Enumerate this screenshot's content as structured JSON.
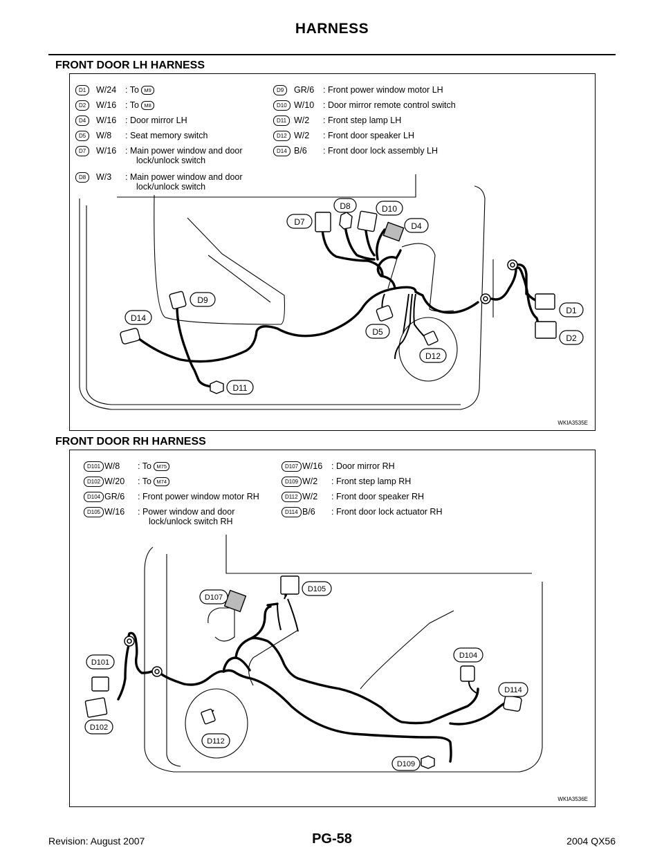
{
  "page_header": "HARNESS",
  "lh": {
    "title": "FRONT DOOR LH HARNESS",
    "legend_left": [
      {
        "code": "D1",
        "spec": "W/24",
        "desc": ": To",
        "ref": "M9"
      },
      {
        "code": "D2",
        "spec": "W/16",
        "desc": ": To",
        "ref": "M8"
      },
      {
        "code": "D4",
        "spec": "W/16",
        "desc": ": Door mirror LH"
      },
      {
        "code": "D5",
        "spec": "W/8",
        "desc": ": Seat memory switch"
      },
      {
        "code": "D7",
        "spec": "W/16",
        "desc": ": Main power window and door",
        "desc2": "lock/unlock switch"
      },
      {
        "code": "D8",
        "spec": "W/3",
        "desc": ": Main power window and door",
        "desc2": "lock/unlock switch"
      }
    ],
    "legend_right": [
      {
        "code": "D9",
        "spec": "GR/6",
        "desc": ": Front power window motor LH"
      },
      {
        "code": "D10",
        "spec": "W/10",
        "desc": ": Door mirror remote control switch"
      },
      {
        "code": "D11",
        "spec": "W/2",
        "desc": ": Front step lamp LH"
      },
      {
        "code": "D12",
        "spec": "W/2",
        "desc": ": Front door speaker LH"
      },
      {
        "code": "D14",
        "spec": "B/6",
        "desc": ": Front door lock assembly LH"
      }
    ],
    "callouts": {
      "d1": "D1",
      "d2": "D2",
      "d4": "D4",
      "d5": "D5",
      "d7": "D7",
      "d8": "D8",
      "d9": "D9",
      "d10": "D10",
      "d11": "D11",
      "d12": "D12",
      "d14": "D14"
    },
    "code": "WKIA3535E"
  },
  "rh": {
    "title": "FRONT DOOR RH HARNESS",
    "legend_left": [
      {
        "code": "D101",
        "spec": "W/8",
        "desc": ": To",
        "ref": "M75"
      },
      {
        "code": "D102",
        "spec": "W/20",
        "desc": ": To",
        "ref": "M74"
      },
      {
        "code": "D104",
        "spec": "GR/6",
        "desc": ": Front power window motor RH"
      },
      {
        "code": "D105",
        "spec": "W/16",
        "desc": ": Power window and door",
        "desc2": "lock/unlock switch RH"
      }
    ],
    "legend_right": [
      {
        "code": "D107",
        "spec": "W/16",
        "desc": ": Door mirror RH"
      },
      {
        "code": "D109",
        "spec": "W/2",
        "desc": ": Front step lamp RH"
      },
      {
        "code": "D112",
        "spec": "W/2",
        "desc": ": Front door speaker RH"
      },
      {
        "code": "D114",
        "spec": "B/6",
        "desc": ": Front door lock actuator RH"
      }
    ],
    "callouts": {
      "d101": "D101",
      "d102": "D102",
      "d104": "D104",
      "d105": "D105",
      "d107": "D107",
      "d109": "D109",
      "d112": "D112",
      "d114": "D114"
    },
    "code": "WKIA3536E"
  },
  "footer": {
    "revision": "Revision: August 2007",
    "page": "PG-58",
    "model": "2004 QX56"
  }
}
